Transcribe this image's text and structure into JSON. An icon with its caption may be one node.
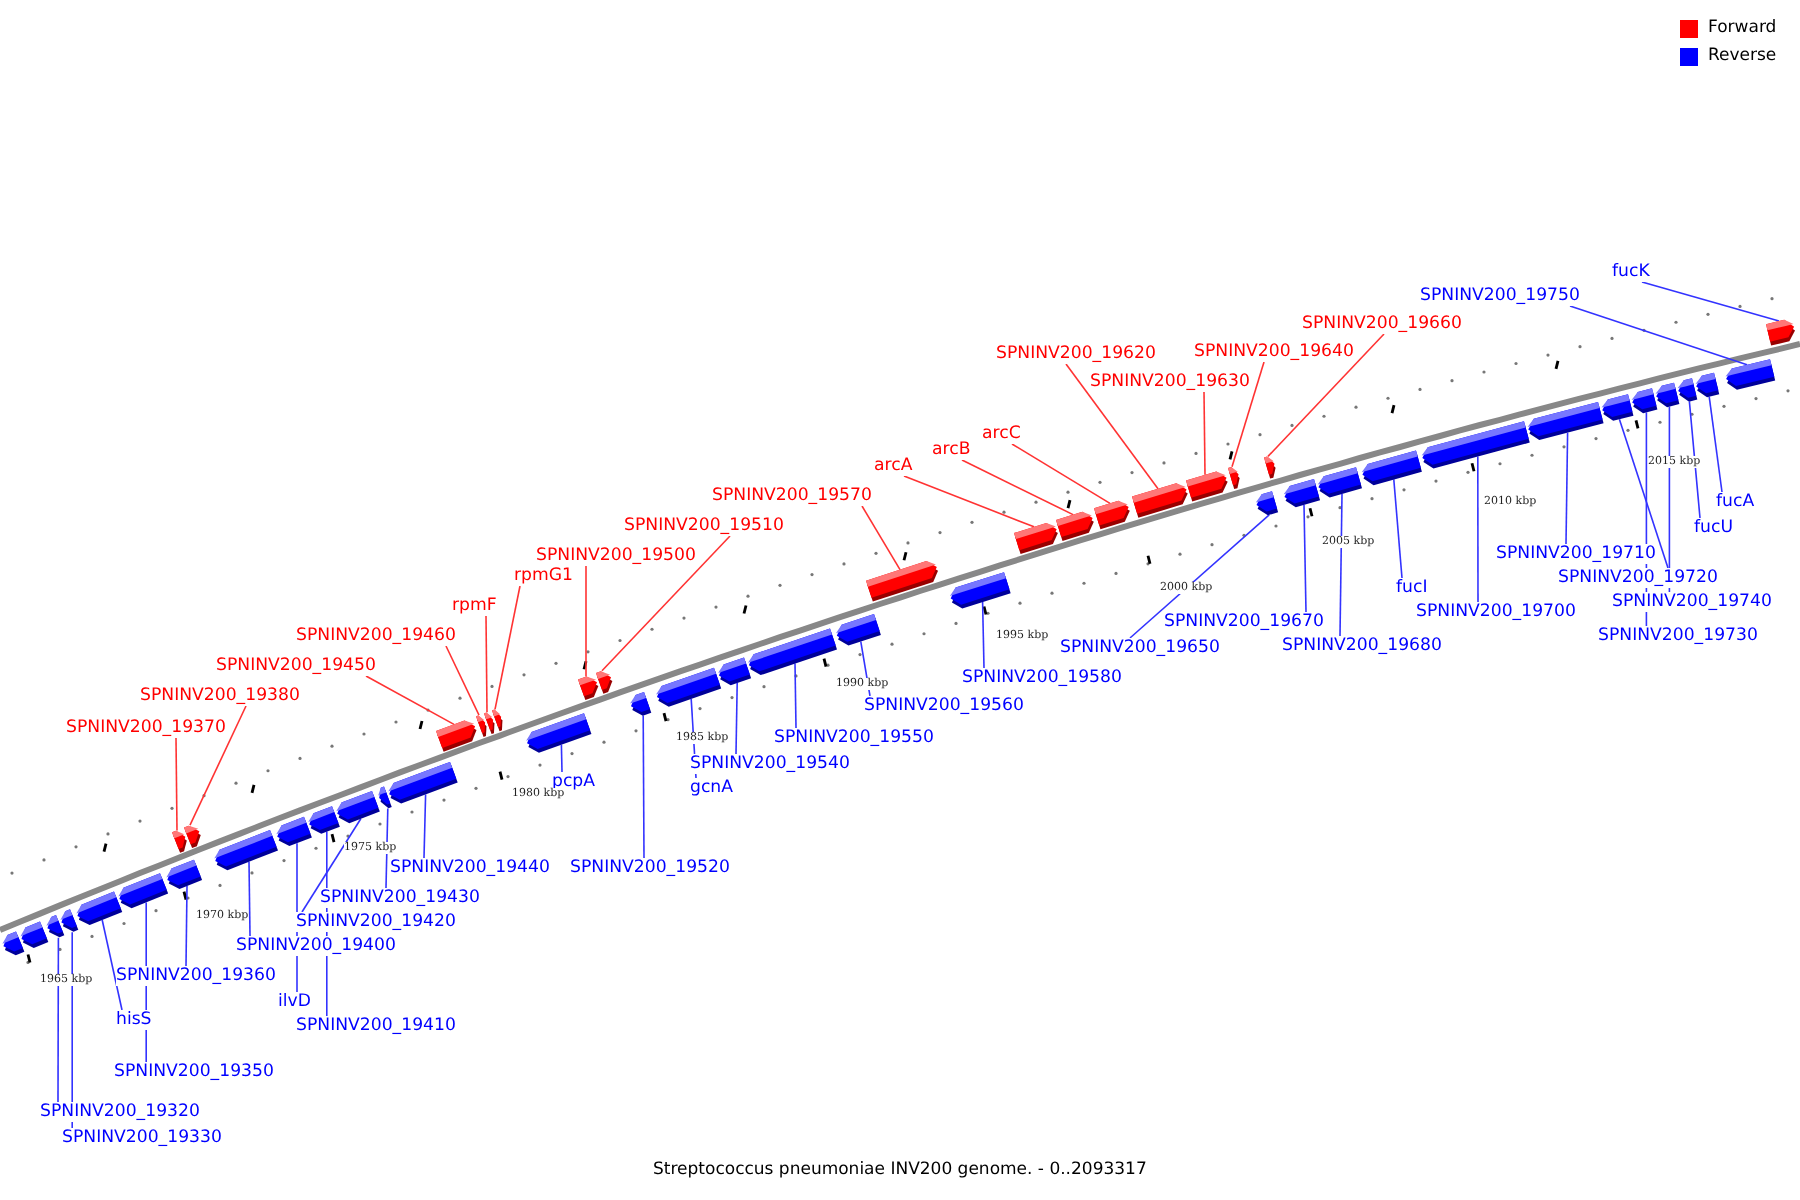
{
  "diagram": {
    "caption": "Streptococcus pneumoniae INV200 genome. - 0..2093317",
    "nodes": [
      {
        "text": [
          "SPNINV200_19370"
        ]
      },
      {
        "text": [
          "SPNINV200_19380"
        ]
      },
      {
        "text": [
          "SPNINV200_19450"
        ]
      },
      {
        "text": [
          "SPNINV200_19460"
        ]
      },
      {
        "text": [
          "rpmF"
        ]
      },
      {
        "text": [
          "rpmG1"
        ]
      },
      {
        "text": [
          "SPNINV200_19500"
        ]
      },
      {
        "text": [
          "SPNINV200_19510"
        ]
      },
      {
        "text": [
          "SPNINV200_19570"
        ]
      },
      {
        "text": [
          "arcA"
        ]
      },
      {
        "text": [
          "arcB"
        ]
      },
      {
        "text": [
          "arcC"
        ]
      },
      {
        "text": [
          "SPNINV200_19620"
        ]
      },
      {
        "text": [
          "SPNINV200_19630"
        ]
      },
      {
        "text": [
          "SPNINV200_19640"
        ]
      },
      {
        "text": [
          "SPNINV200_19660"
        ]
      },
      {
        "text": [
          "SPNINV200_19750"
        ]
      },
      {
        "text": [
          "fucK"
        ]
      },
      {
        "text": [
          "SPNINV200_19320"
        ]
      },
      {
        "text": [
          "SPNINV200_19330"
        ]
      },
      {
        "text": [
          "hisS"
        ]
      },
      {
        "text": [
          "SPNINV200_19350"
        ]
      },
      {
        "text": [
          "SPNINV200_19360"
        ]
      },
      {
        "text": [
          "SPNINV200_19400"
        ]
      },
      {
        "text": [
          "ilvD"
        ]
      },
      {
        "text": [
          "SPNINV200_19410"
        ]
      },
      {
        "text": [
          "SPNINV200_19420"
        ]
      },
      {
        "text": [
          "SPNINV200_19430"
        ]
      },
      {
        "text": [
          "SPNINV200_19440"
        ]
      },
      {
        "text": [
          "pcpA"
        ]
      },
      {
        "text": [
          "SPNINV200_19520"
        ]
      },
      {
        "text": [
          "gcnA"
        ]
      },
      {
        "text": [
          "SPNINV200_19540"
        ]
      },
      {
        "text": [
          "SPNINV200_19550"
        ]
      },
      {
        "text": [
          "SPNINV200_19560"
        ]
      },
      {
        "text": [
          "SPNINV200_19580"
        ]
      },
      {
        "text": [
          "SPNINV200_19650"
        ]
      },
      {
        "text": [
          "SPNINV200_19670"
        ]
      },
      {
        "text": [
          "SPNINV200_19680"
        ]
      },
      {
        "text": [
          "fucI"
        ]
      },
      {
        "text": [
          "SPNINV200_19700"
        ]
      },
      {
        "text": [
          "SPNINV200_19710"
        ]
      },
      {
        "text": [
          "SPNINV200_19720"
        ]
      },
      {
        "text": [
          "SPNINV200_19730"
        ]
      },
      {
        "text": [
          "SPNINV200_19740"
        ]
      },
      {
        "text": [
          "fucU"
        ]
      },
      {
        "text": [
          "fucA"
        ]
      },
      {
        "text": [],
        "shape": "arrow"
      },
      {
        "text": [],
        "shape": "arrow"
      },
      {
        "text": [],
        "shape": "arrow"
      },
      {
        "text": [],
        "shape": "arrow"
      },
      {
        "text": [],
        "shape": "arrow"
      },
      {
        "text": [],
        "shape": "arrow"
      },
      {
        "text": [],
        "shape": "arrow"
      },
      {
        "text": [],
        "shape": "arrow"
      },
      {
        "text": [],
        "shape": "arrow"
      },
      {
        "text": [],
        "shape": "arrow"
      },
      {
        "text": [],
        "shape": "arrow"
      },
      {
        "text": [],
        "shape": "arrow"
      },
      {
        "text": [],
        "shape": "arrow"
      },
      {
        "text": [],
        "shape": "arrow"
      },
      {
        "text": [],
        "shape": "arrow"
      },
      {
        "text": [],
        "shape": "arrow"
      },
      {
        "text": [],
        "shape": "arrow"
      },
      {
        "text": [],
        "shape": "arrow"
      },
      {
        "text": [],
        "shape": "arrow"
      },
      {
        "text": [],
        "shape": "arrow"
      },
      {
        "text": [],
        "shape": "arrow"
      },
      {
        "text": [],
        "shape": "arrow"
      },
      {
        "text": [],
        "shape": "arrow"
      },
      {
        "text": [],
        "shape": "arrow"
      },
      {
        "text": [],
        "shape": "arrow"
      },
      {
        "text": [],
        "shape": "arrow"
      },
      {
        "text": [],
        "shape": "arrow"
      },
      {
        "text": [],
        "shape": "arrow"
      },
      {
        "text": [],
        "shape": "arrow"
      },
      {
        "text": [],
        "shape": "arrow"
      },
      {
        "text": [],
        "shape": "arrow"
      },
      {
        "text": [],
        "shape": "arrow"
      },
      {
        "text": [],
        "shape": "arrow"
      },
      {
        "text": [],
        "shape": "arrow"
      },
      {
        "text": [],
        "shape": "arrow"
      },
      {
        "text": [],
        "shape": "arrow"
      },
      {
        "text": [],
        "shape": "arrow"
      },
      {
        "text": [],
        "shape": "arrow"
      },
      {
        "text": [],
        "shape": "arrow"
      },
      {
        "text": [],
        "shape": "arrow"
      },
      {
        "text": [],
        "shape": "arrow"
      },
      {
        "text": [],
        "shape": "arrow"
      },
      {
        "text": [],
        "shape": "arrow"
      },
      {
        "text": [],
        "shape": "arrow"
      },
      {
        "text": [],
        "shape": "arrow"
      },
      {
        "text": [],
        "shape": "arrow"
      },
      {
        "text": [],
        "shape": "arrow"
      },
      {
        "text": [],
        "shape": "arrow"
      },
      {
        "text": [],
        "shape": "arrow"
      }
    ],
    "edges": [
      {
        "from": 0,
        "to": 47,
        "arrow": "none",
        "color": "#ff3333"
      },
      {
        "from": 1,
        "to": 48,
        "arrow": "none",
        "color": "#ff3333"
      },
      {
        "from": 2,
        "to": 49,
        "arrow": "none",
        "color": "#ff3333"
      },
      {
        "from": 3,
        "to": 50,
        "arrow": "none",
        "color": "#ff3333"
      },
      {
        "from": 4,
        "to": 51,
        "arrow": "none",
        "color": "#ff3333"
      },
      {
        "from": 5,
        "to": 52,
        "arrow": "none",
        "color": "#ff3333"
      },
      {
        "from": 6,
        "to": 53,
        "arrow": "none",
        "color": "#ff3333"
      },
      {
        "from": 7,
        "to": 54,
        "arrow": "none",
        "color": "#ff3333"
      },
      {
        "from": 8,
        "to": 55,
        "arrow": "none",
        "color": "#ff3333"
      },
      {
        "from": 9,
        "to": 56,
        "arrow": "none",
        "color": "#ff3333"
      },
      {
        "from": 10,
        "to": 57,
        "arrow": "none",
        "color": "#ff3333"
      },
      {
        "from": 11,
        "to": 58,
        "arrow": "none",
        "color": "#ff3333"
      },
      {
        "from": 12,
        "to": 59,
        "arrow": "none",
        "color": "#ff3333"
      },
      {
        "from": 13,
        "to": 60,
        "arrow": "none",
        "color": "#ff3333"
      },
      {
        "from": 14,
        "to": 61,
        "arrow": "none",
        "color": "#ff3333"
      },
      {
        "from": 15,
        "to": 62,
        "arrow": "none",
        "color": "#ff3333"
      },
      {
        "from": 16,
        "to": 63,
        "arrow": "none"
      },
      {
        "from": 17,
        "to": 64,
        "arrow": "none"
      },
      {
        "from": 18,
        "to": 65,
        "arrow": "none"
      },
      {
        "from": 19,
        "to": 66,
        "arrow": "none"
      },
      {
        "from": 20,
        "to": 67,
        "arrow": "none"
      },
      {
        "from": 21,
        "to": 68,
        "arrow": "none"
      },
      {
        "from": 22,
        "to": 69,
        "arrow": "none"
      },
      {
        "from": 23,
        "to": 70,
        "arrow": "none"
      },
      {
        "from": 24,
        "to": 71,
        "arrow": "none"
      },
      {
        "from": 25,
        "to": 72,
        "arrow": "none"
      },
      {
        "from": 26,
        "to": 73,
        "arrow": "none"
      },
      {
        "from": 27,
        "to": 74,
        "arrow": "none"
      },
      {
        "from": 28,
        "to": 75,
        "arrow": "none"
      },
      {
        "from": 29,
        "to": 76,
        "arrow": "none"
      },
      {
        "from": 30,
        "to": 77,
        "arrow": "none"
      },
      {
        "from": 31,
        "to": 78,
        "arrow": "none"
      },
      {
        "from": 32,
        "to": 79,
        "arrow": "none"
      },
      {
        "from": 33,
        "to": 80,
        "arrow": "none"
      },
      {
        "from": 34,
        "to": 81,
        "arrow": "none"
      },
      {
        "from": 35,
        "to": 82,
        "arrow": "none"
      },
      {
        "from": 36,
        "to": 83,
        "arrow": "none"
      },
      {
        "from": 37,
        "to": 84,
        "arrow": "none"
      },
      {
        "from": 38,
        "to": 85,
        "arrow": "none"
      },
      {
        "from": 39,
        "to": 86,
        "arrow": "none"
      },
      {
        "from": 40,
        "to": 87,
        "arrow": "none"
      },
      {
        "from": 41,
        "to": 88,
        "arrow": "none"
      },
      {
        "from": 42,
        "to": 89,
        "arrow": "none"
      },
      {
        "from": 43,
        "to": 90,
        "arrow": "none"
      },
      {
        "from": 44,
        "to": 91,
        "arrow": "none"
      },
      {
        "from": 45,
        "to": 92,
        "arrow": "none"
      },
      {
        "from": 46,
        "to": 93,
        "arrow": "none"
      }
    ],
    "labels": [
      "2015 kbp",
      "2010 kbp",
      "2005 kbp",
      "2000 kbp",
      "1995 kbp",
      "1990 kbp",
      "1985 kbp",
      "1980 kbp",
      "1975 kbp",
      "1970 kbp",
      "1965 kbp"
    ],
    "legend": [
      {
        "text": "Forward",
        "color": "#ff0000"
      },
      {
        "text": "Reverse",
        "color": "#0000ff"
      }
    ]
  }
}
